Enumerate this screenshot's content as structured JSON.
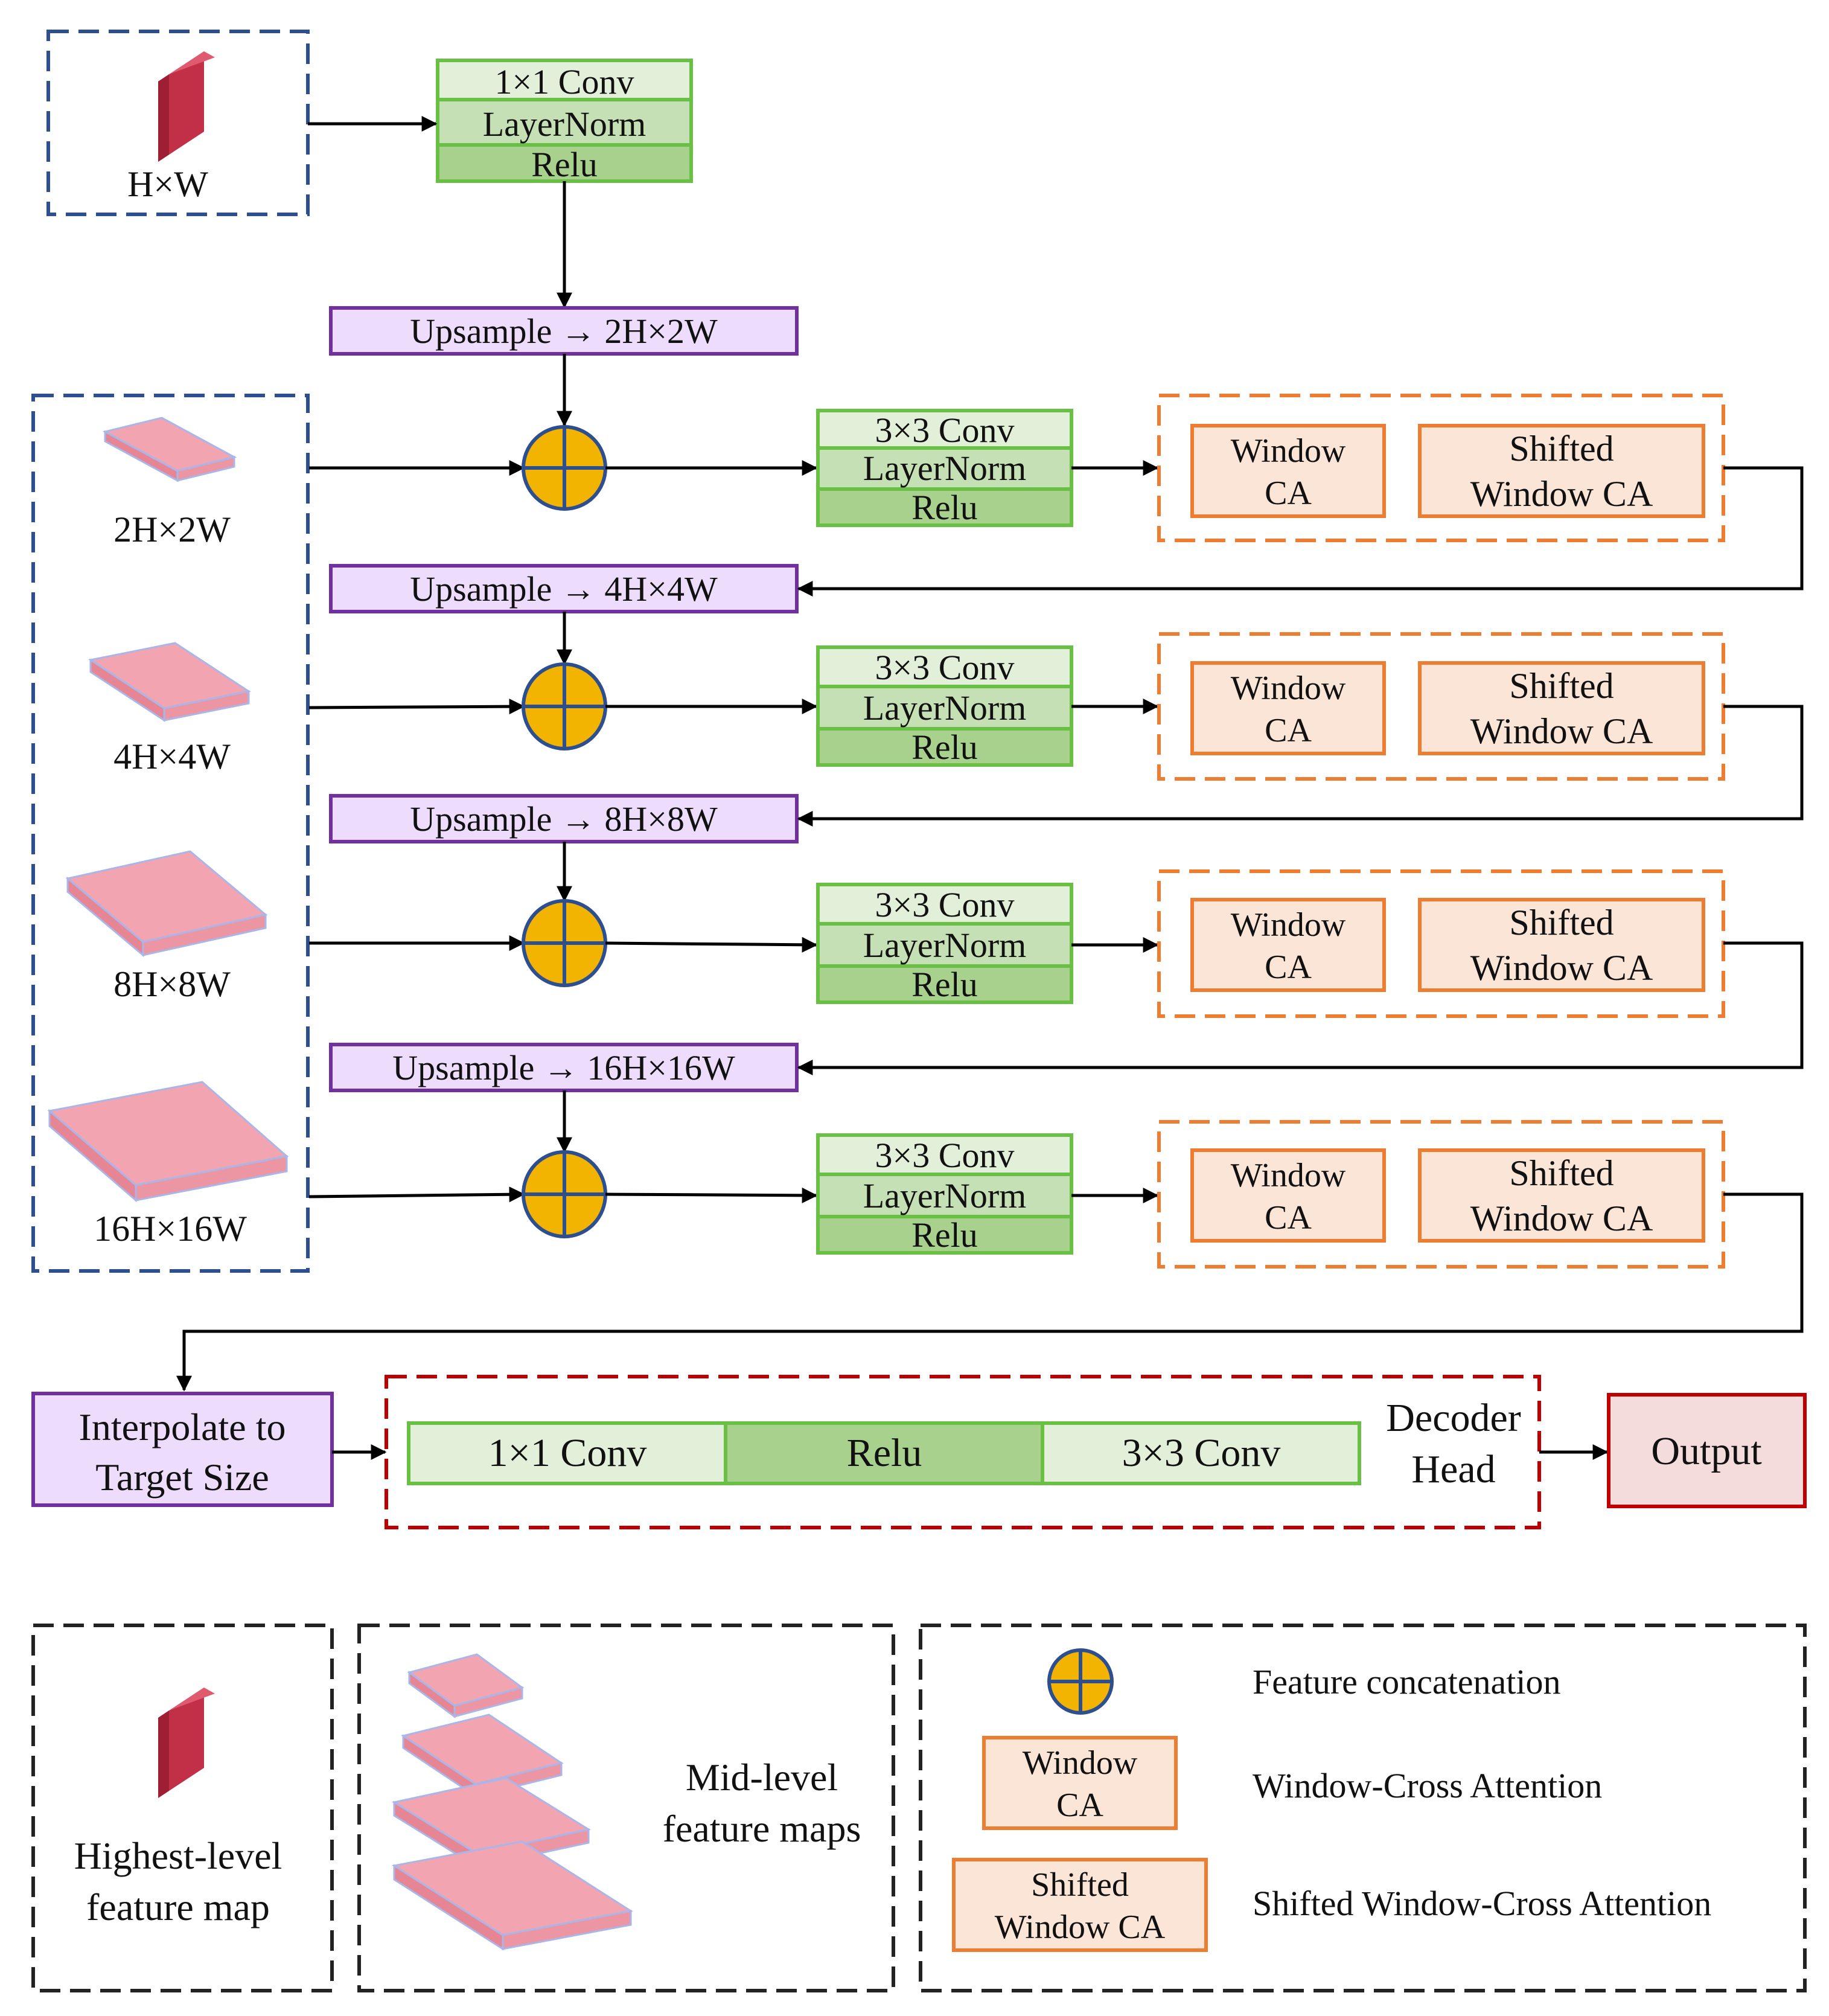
{
  "input_feature": {
    "label": "H×W"
  },
  "top_block": {
    "rows": [
      "1×1 Conv",
      "LayerNorm",
      "Relu"
    ]
  },
  "upsample_blocks": [
    "Upsample → 2H×2W",
    "Upsample → 4H×4W",
    "Upsample → 8H×8W",
    "Upsample → 16H×16W"
  ],
  "mid_features": [
    "2H×2W",
    "4H×4W",
    "8H×8W",
    "16H×16W"
  ],
  "stage_conv_rows": [
    "3×3 Conv",
    "LayerNorm",
    "Relu"
  ],
  "window_ca": [
    "Window",
    "CA"
  ],
  "shifted_window_ca": [
    "Shifted",
    "Window CA"
  ],
  "interpolate": [
    "Interpolate to",
    "Target Size"
  ],
  "decoder_head": {
    "cells": [
      "1×1 Conv",
      "Relu",
      "3×3 Conv"
    ],
    "label": [
      "Decoder",
      "Head"
    ]
  },
  "output": "Output",
  "legend": {
    "highest_level": [
      "Highest-level",
      "feature map"
    ],
    "mid_level": [
      "Mid-level",
      "feature maps"
    ],
    "feature_concat": "Feature concatenation",
    "window_ca_box": [
      "Window",
      "CA"
    ],
    "window_ca_desc": "Window-Cross Attention",
    "shifted_box": [
      "Shifted",
      "Window CA"
    ],
    "shifted_desc": "Shifted Window-Cross Attention"
  },
  "colors": {
    "blue_dash": "#2e4f8f",
    "green_border": "#6abf45",
    "green_light": "#e2f0d9",
    "green_mid": "#c5e0b4",
    "green_dark": "#a9d18e",
    "purple_border": "#7030a0",
    "purple_fill": "#eedcfc",
    "orange_border": "#ed7d31",
    "orange_fill": "#fbe5d6",
    "red_dash": "#c00000",
    "output_border": "#c00000",
    "output_fill": "#f4dcdc",
    "concat_fill": "#f2b400",
    "concat_border": "#2e4f8f",
    "pink": "#f2a5b0",
    "crimson": "#d64a5f"
  }
}
